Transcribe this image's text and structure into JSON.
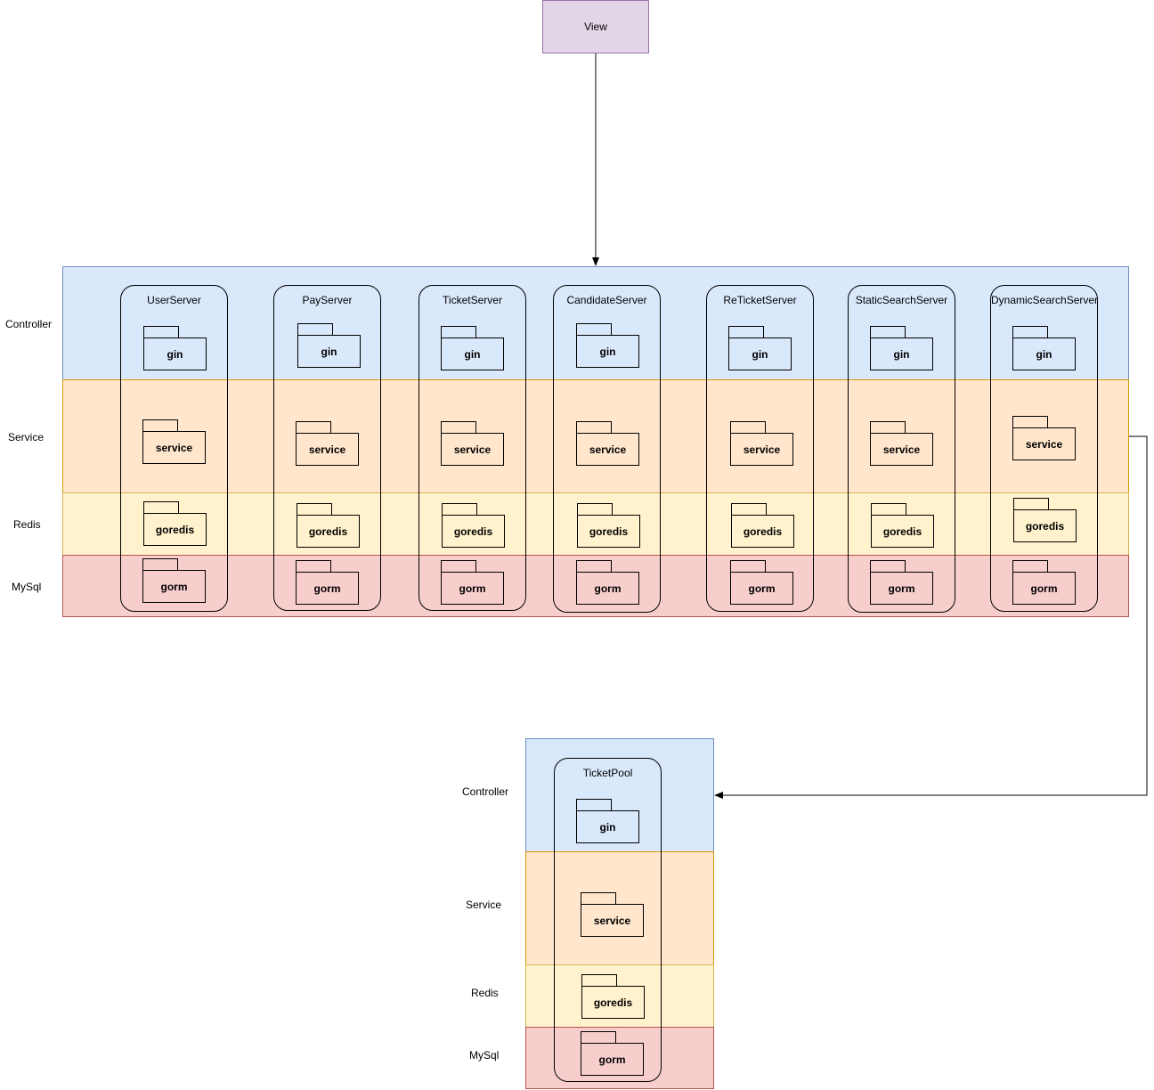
{
  "view": {
    "label": "View"
  },
  "layers": [
    {
      "label": "Controller",
      "fill": "#dae8fc",
      "stroke": "#6c8ebf"
    },
    {
      "label": "Service",
      "fill": "#ffe6cc",
      "stroke": "#d79b00"
    },
    {
      "label": "Redis",
      "fill": "#fff2cc",
      "stroke": "#d6b656"
    },
    {
      "label": "MySql",
      "fill": "#f8cecc",
      "stroke": "#b85450"
    }
  ],
  "package_labels": {
    "controller": "gin",
    "service": "service",
    "redis": "goredis",
    "mysql": "gorm"
  },
  "servers": [
    {
      "name": "UserServer"
    },
    {
      "name": "PayServer"
    },
    {
      "name": "TicketServer"
    },
    {
      "name": "CandidateServer"
    },
    {
      "name": "ReTicketServer"
    },
    {
      "name": "StaticSearchServer"
    },
    {
      "name": "DynamicSearchServer"
    }
  ],
  "pool": {
    "name": "TicketPool"
  }
}
